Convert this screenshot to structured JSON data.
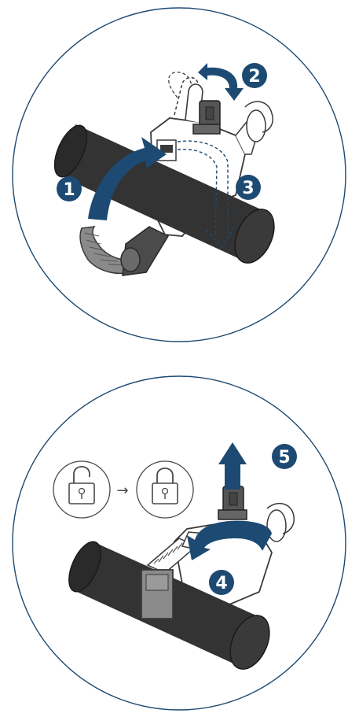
{
  "colors": {
    "accent": "#1d4a72",
    "circle_border": "#1d4a72",
    "tube": "#333333",
    "strap": "#8a8a8a",
    "outline": "#4a4a4a",
    "bg": "#ffffff"
  },
  "panel_top": {
    "steps": [
      {
        "number": "1"
      },
      {
        "number": "2"
      },
      {
        "number": "3"
      }
    ]
  },
  "panel_bottom": {
    "steps": [
      {
        "number": "4"
      },
      {
        "number": "5"
      }
    ],
    "lock_sequence": {
      "from_icon": "unlocked-padlock-icon",
      "arrow": "→",
      "to_icon": "locked-padlock-icon"
    }
  }
}
